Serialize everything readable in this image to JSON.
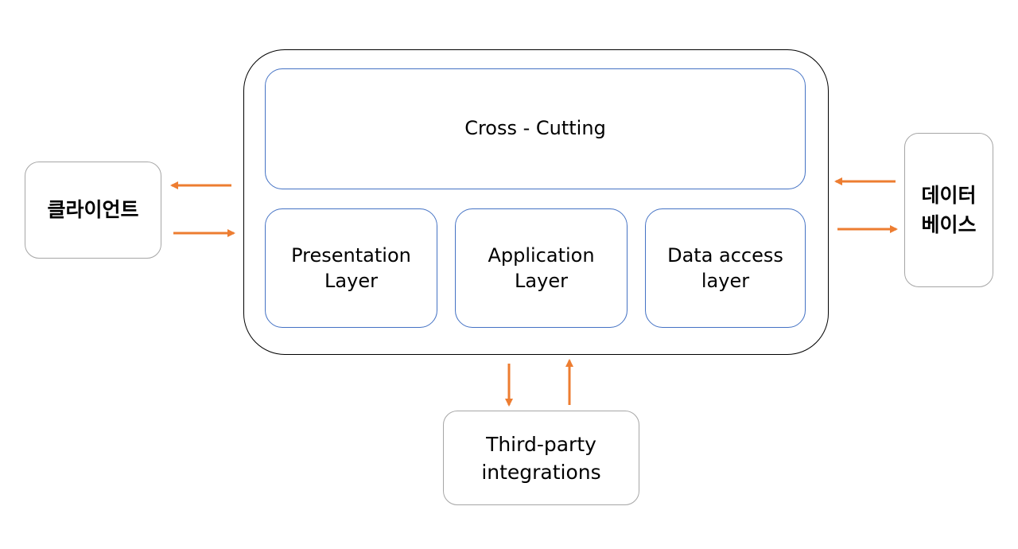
{
  "nodes": {
    "client": {
      "label": "클라이언트"
    },
    "database": {
      "label": "데이터\n베이스"
    },
    "third_party": {
      "label": "Third-party\nintegrations"
    },
    "cross_cutting": {
      "label": "Cross - Cutting"
    },
    "presentation": {
      "label": "Presentation\nLayer"
    },
    "application": {
      "label": "Application\nLayer"
    },
    "data_access": {
      "label": "Data access\nlayer"
    }
  },
  "edges": [
    {
      "from": "application-container",
      "to": "client"
    },
    {
      "from": "client",
      "to": "application-container"
    },
    {
      "from": "database",
      "to": "application-container"
    },
    {
      "from": "application-container",
      "to": "database"
    },
    {
      "from": "application-container",
      "to": "third-party"
    },
    {
      "from": "third-party",
      "to": "application-container"
    }
  ],
  "colors": {
    "arrow": "#ed7d31",
    "inner_border": "#4472c4",
    "outer_border": "#000000",
    "external_border": "#a6a6a6"
  }
}
